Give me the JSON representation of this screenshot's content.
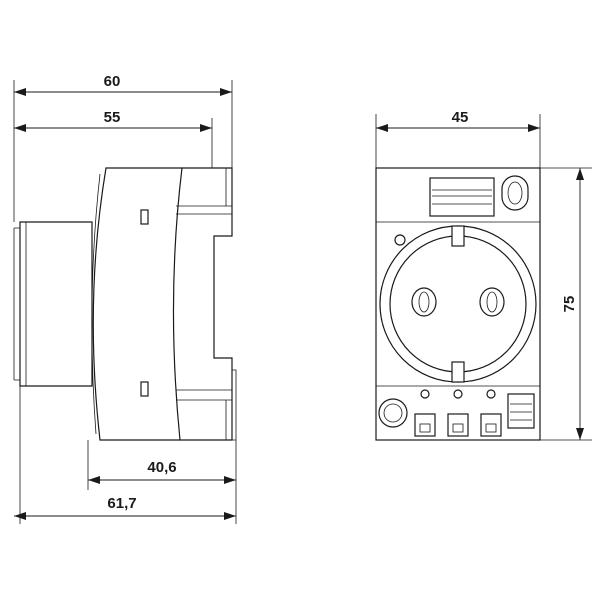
{
  "dimensions": {
    "side_width_60": "60",
    "side_width_55": "55",
    "side_depth_40_6": "40,6",
    "side_depth_61_7": "61,7",
    "front_width_45": "45",
    "front_height_75": "75"
  },
  "colors": {
    "line": "#1a1a1a",
    "background": "#ffffff"
  }
}
